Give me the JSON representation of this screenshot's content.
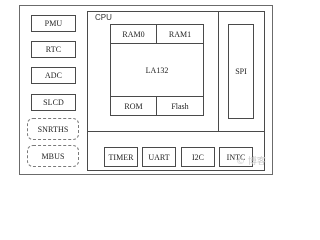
{
  "left_column": [
    {
      "label": "PMU",
      "style": "solid"
    },
    {
      "label": "RTC",
      "style": "solid"
    },
    {
      "label": "ADC",
      "style": "solid"
    },
    {
      "label": "SLCD",
      "style": "solid"
    },
    {
      "label": "SNRTHS",
      "style": "dashed"
    },
    {
      "label": "MBUS",
      "style": "dashed"
    }
  ],
  "cpu": {
    "label": "CPU",
    "core_label": "LA132",
    "memories_top": [
      "RAM0",
      "RAM1"
    ],
    "memories_bottom": [
      "ROM",
      "Flash"
    ],
    "spi_label": "SPI"
  },
  "bottom_row": [
    "TIMER",
    "UART",
    "I2C",
    "INTC"
  ],
  "watermark": {
    "symbol": "©",
    "text": "博客"
  },
  "colors": {
    "line": "#4a4a4a",
    "text": "#222222",
    "background": "#ffffff"
  }
}
